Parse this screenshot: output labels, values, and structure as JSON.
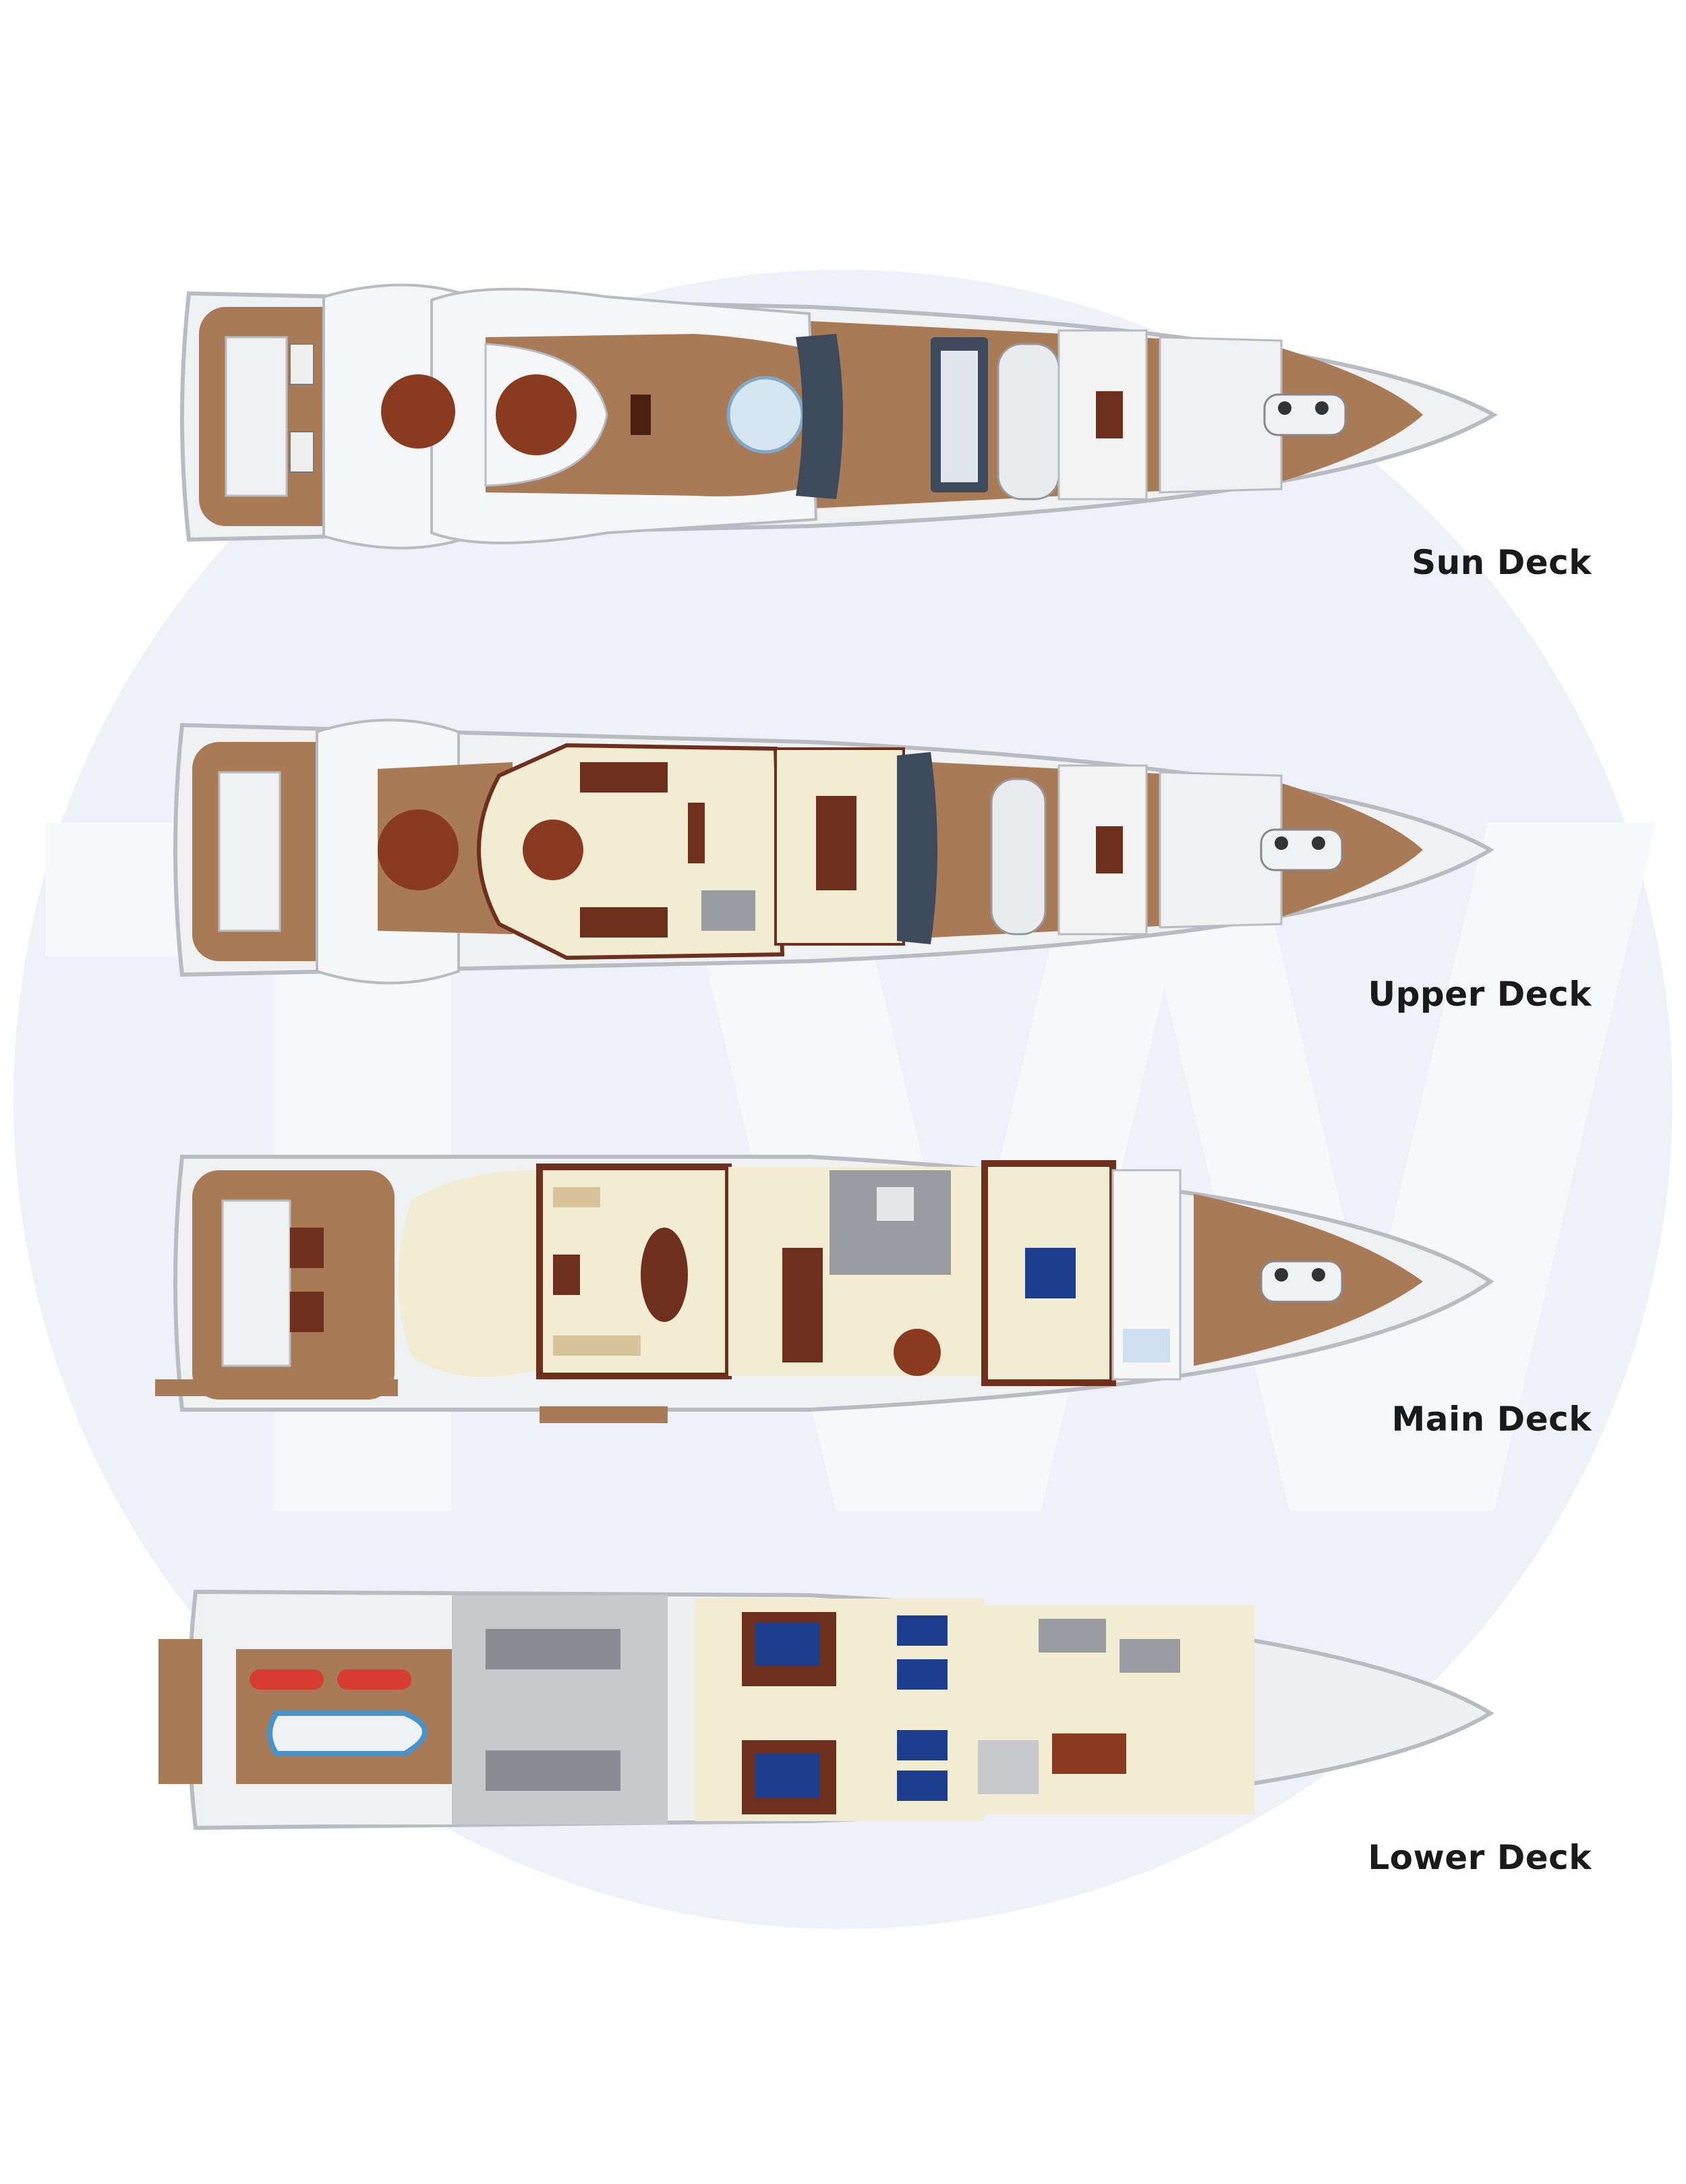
{
  "watermark": {
    "letters": "TW"
  },
  "colors": {
    "teak": "#a87a55",
    "teak_dark": "#8a5a3a",
    "hull": "#f0f1f3",
    "hull_line": "#b8bcc2",
    "wood": "#6e2f1c",
    "cream": "#f1ecd2",
    "grey_floor": "#c8c9cc",
    "blue_bed": "#1c3e8c",
    "glass": "#3d4a5c",
    "watermark": "#eef1f7"
  },
  "decks": [
    {
      "id": "sun",
      "label": "Sun Deck"
    },
    {
      "id": "upper",
      "label": "Upper Deck"
    },
    {
      "id": "main",
      "label": "Main Deck"
    },
    {
      "id": "lower",
      "label": "Lower Deck"
    }
  ]
}
